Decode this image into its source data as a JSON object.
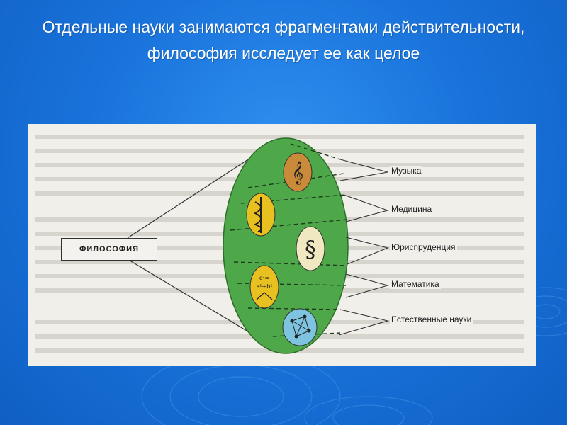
{
  "slide": {
    "title": "Отдельные науки занимаются фрагментами действительности, философия исследует ее как целое"
  },
  "diagram": {
    "philosophy_label": "ФИЛОСОФИЯ",
    "sciences": [
      {
        "label": "Музыка",
        "icon": "treble-clef-icon",
        "color": "#c98a3a"
      },
      {
        "label": "Медицина",
        "icon": "caduceus-icon",
        "color": "#e8c020"
      },
      {
        "label": "Юриспруденция",
        "icon": "section-sign-icon",
        "color": "#f0e8c0"
      },
      {
        "label": "Математика",
        "icon": "formula-icon",
        "color": "#e8c020"
      },
      {
        "label": "Естественные науки",
        "icon": "molecule-icon",
        "color": "#7ec4e0"
      }
    ],
    "ellipse_color": "#4ea84a",
    "background_color": "#1a74dc"
  }
}
